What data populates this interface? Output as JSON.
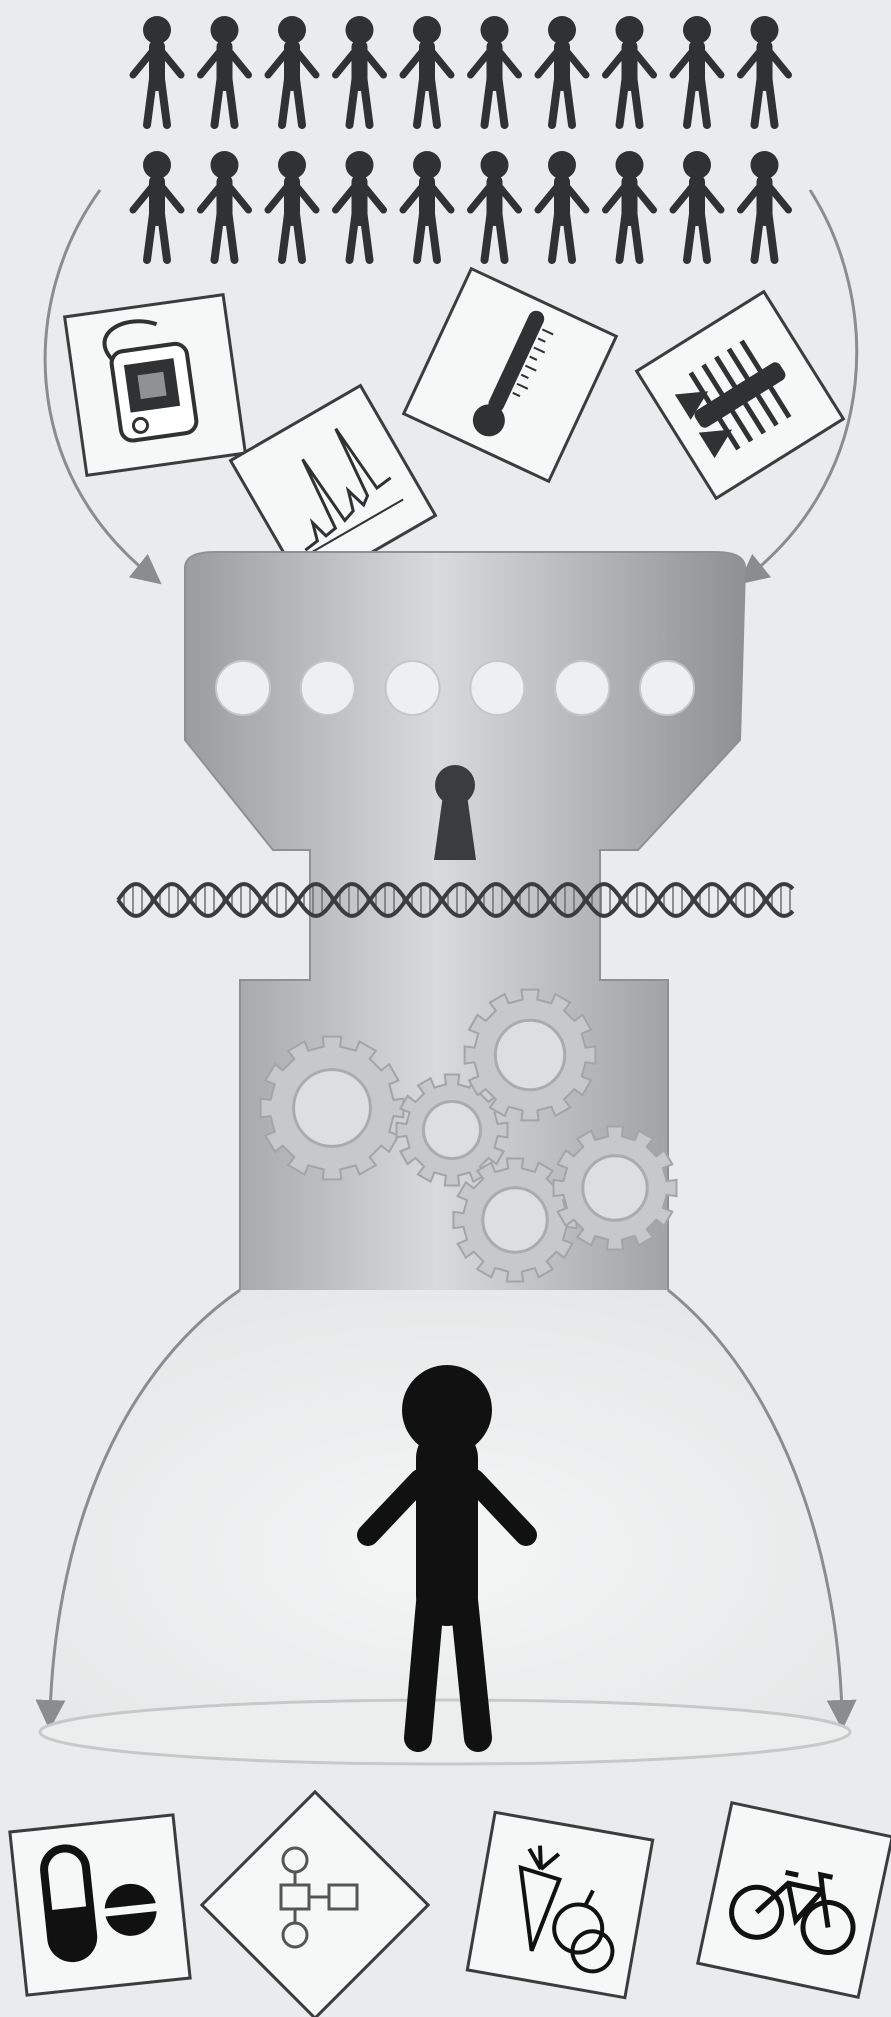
{
  "diagram": {
    "population": {
      "rows": 2,
      "per_row": 10
    },
    "input_cards": [
      {
        "icon": "medical-device-icon"
      },
      {
        "icon": "spectrum-chart-icon"
      },
      {
        "icon": "thermometer-icon"
      },
      {
        "icon": "gel-electrophoresis-icon"
      }
    ],
    "machine": {
      "indicator_lights": 6,
      "lock_icon": "keyhole-icon",
      "helix_icon": "dna-helix-icon",
      "gear_count": 5
    },
    "individual": {
      "icon": "person-icon"
    },
    "output_cards": [
      {
        "icon": "medication-pills-icon"
      },
      {
        "icon": "flowchart-icon"
      },
      {
        "icon": "fruit-vegetable-icon"
      },
      {
        "icon": "bicycle-icon"
      }
    ],
    "colors": {
      "background": "#e9ebec",
      "figure": "#2f3133",
      "machine": "#b8babc",
      "arrow": "#8a8d90"
    }
  }
}
